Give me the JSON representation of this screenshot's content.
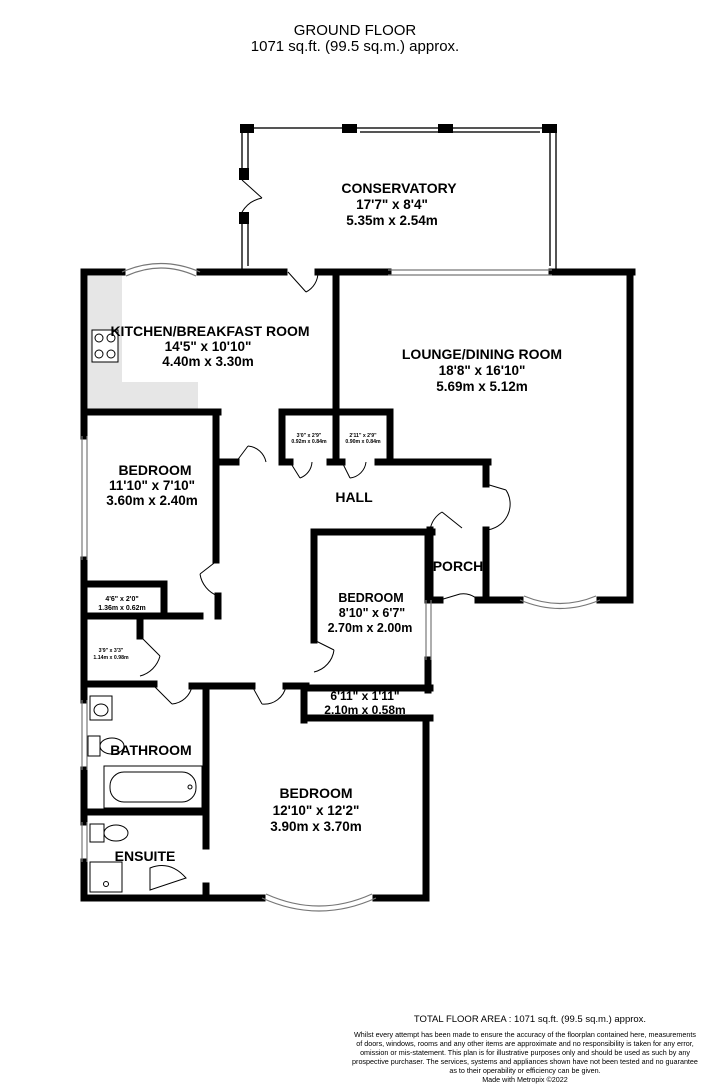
{
  "header": {
    "title": "GROUND FLOOR",
    "area": "1071 sq.ft. (99.5 sq.m.) approx."
  },
  "rooms": {
    "conservatory": {
      "name": "CONSERVATORY",
      "imperial": "17'7\"  x 8'4\"",
      "metric": "5.35m  x 2.54m"
    },
    "kitchen": {
      "name": "KITCHEN/BREAKFAST ROOM",
      "imperial": "14'5\"  x 10'10\"",
      "metric": "4.40m  x 3.30m"
    },
    "lounge": {
      "name": "LOUNGE/DINING ROOM",
      "imperial": "18'8\"  x 16'10\"",
      "metric": "5.69m  x 5.12m"
    },
    "bedroom_left": {
      "name": "BEDROOM",
      "imperial": "11'10\"  x 7'10\"",
      "metric": "3.60m  x 2.40m"
    },
    "hall": {
      "name": "HALL"
    },
    "porch": {
      "name": "PORCH"
    },
    "bedroom_mid": {
      "name": "BEDROOM",
      "imperial": "8'10\"  x 6'7\"",
      "metric": "2.70m  x 2.00m"
    },
    "bathroom": {
      "name": "BATHROOM"
    },
    "ensuite": {
      "name": "ENSUITE"
    },
    "bedroom_main": {
      "name": "BEDROOM",
      "imperial": "12'10\"  x 12'2\"",
      "metric": "3.90m  x 3.70m"
    }
  },
  "cupboards": {
    "c1": {
      "imperial": "3'0\"  x 2'9\"",
      "metric": "0.92m  x 0.84m"
    },
    "c2": {
      "imperial": "2'11\"  x 2'9\"",
      "metric": "0.90m  x 0.84m"
    },
    "c3": {
      "imperial": "4'6\"  x 2'0\"",
      "metric": "1.36m  x 0.62m"
    },
    "c4": {
      "imperial": "3'9\"  x 3'3\"",
      "metric": "1.14m  x 0.98m"
    },
    "c5": {
      "imperial": "6'11\"  x 1'11\"",
      "metric": "2.10m  x 0.58m"
    }
  },
  "footer": {
    "total": "TOTAL FLOOR AREA : 1071 sq.ft. (99.5 sq.m.) approx.",
    "disclaimer_lines": [
      "Whilst every attempt has been made to ensure the accuracy of the floorplan contained here, measurements",
      "of doors, windows, rooms and any other items are approximate and no responsibility is taken for any error,",
      "omission or mis-statement. This plan is for illustrative purposes only and should be used as such by any",
      "prospective purchaser. The services, systems and appliances shown have not been tested and no guarantee",
      "as to their operability or efficiency can be given."
    ],
    "credit": "Made with Metropix ©2022"
  },
  "colors": {
    "wall": "#000000",
    "kitchen_fill": "#e6e6e6",
    "window": "#9a9a9a"
  }
}
